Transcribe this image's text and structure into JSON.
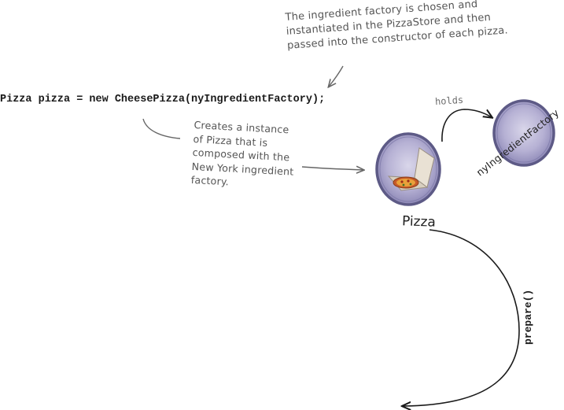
{
  "top_note": {
    "lines": [
      "The ingredient factory is chosen and",
      "instantiated in the PizzaStore and then",
      "passed into the constructor of each pizza."
    ]
  },
  "code_line": "Pizza pizza = new CheesePizza(nyIngredientFactory);",
  "side_note": {
    "lines": [
      "Creates a instance",
      "of Pizza that is",
      "composed with the",
      "New York ingredient",
      "factory."
    ]
  },
  "relation_label": "holds",
  "objects": {
    "pizza_label": "Pizza",
    "factory_label": "nyIngredientFactory"
  },
  "method_label": "prepare()",
  "colors": {
    "object_fill": "#b6b1d4",
    "object_edge": "#5d5a86",
    "ink": "#1a1a1a",
    "note_ink": "#555555"
  }
}
